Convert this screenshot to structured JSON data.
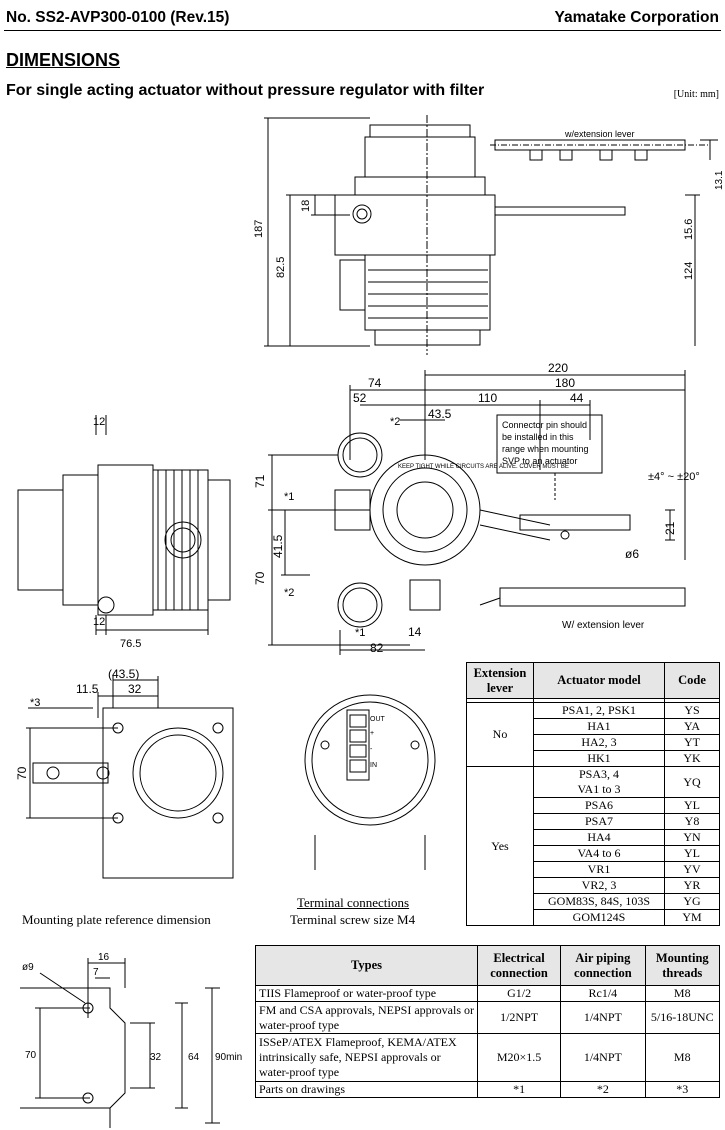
{
  "header": {
    "doc_number": "No. SS2-AVP300-0100 (Rev.15)",
    "company": "Yamatake Corporation"
  },
  "section_title": "DIMENSIONS",
  "subtitle": "For single acting actuator without pressure regulator with filter",
  "unit_label": "[Unit: mm]",
  "top_view": {
    "extension_label": "w/extension lever",
    "dims": [
      "187",
      "82.5",
      "18",
      "13.1",
      "15.6",
      "124"
    ]
  },
  "front_view": {
    "dims": [
      "220",
      "74",
      "180",
      "52",
      "110",
      "44",
      "43.5",
      "71",
      "41.5",
      "70",
      "21",
      "14",
      "82",
      "ø6",
      "±4° ~ ±20°"
    ],
    "markers": [
      "*2",
      "*1",
      "*2",
      "*1"
    ],
    "note": [
      "Connector pin should",
      "be installed in this",
      "range when mounting",
      "SVP to an actuator"
    ],
    "extension_label": "W/ extension lever",
    "cover_text": "KEEP TIGHT WHILE CIRCUITS ARE ALIVE. COVER MUST BE"
  },
  "side_view": {
    "dims": [
      "12",
      "12",
      "76.5"
    ]
  },
  "mounting_view": {
    "dims": [
      "(43.5)",
      "11.5",
      "32",
      "70"
    ],
    "marker": "*3",
    "caption": "Mounting plate reference dimension"
  },
  "terminal_view": {
    "caption_title": "Terminal connections",
    "caption_sub": "Terminal screw size M4",
    "labels": [
      "OUT",
      "+",
      "-",
      "IN"
    ]
  },
  "plate_view": {
    "dims": [
      "ø9",
      "16",
      "7",
      "70",
      "32",
      "64",
      "90min"
    ]
  },
  "actuator_table": {
    "headers": [
      "Extension lever",
      "Actuator model",
      "Code"
    ],
    "groups": [
      {
        "lever": "No",
        "rows": [
          [
            "PSA1, 2, PSK1",
            "YS"
          ],
          [
            "HA1",
            "YA"
          ],
          [
            "HA2, 3",
            "YT"
          ],
          [
            "HK1",
            "YK"
          ]
        ]
      },
      {
        "lever": "Yes",
        "rows": [
          [
            "PSA3, 4\nVA1 to 3",
            "YQ"
          ],
          [
            "PSA6",
            "YL"
          ],
          [
            "PSA7",
            "Y8"
          ],
          [
            "HA4",
            "YN"
          ],
          [
            "VA4 to 6",
            "YL"
          ],
          [
            "VR1",
            "YV"
          ],
          [
            "VR2, 3",
            "YR"
          ],
          [
            "GOM83S, 84S, 103S",
            "YG"
          ],
          [
            "GOM124S",
            "YM"
          ]
        ]
      }
    ]
  },
  "types_table": {
    "headers": [
      "Types",
      "Electrical connection",
      "Air piping connection",
      "Mounting threads"
    ],
    "rows": [
      [
        "TIIS Flameproof or water-proof type",
        "G1/2",
        "Rc1/4",
        "M8"
      ],
      [
        "FM and CSA approvals, NEPSI approvals or water-proof type",
        "1/2NPT",
        "1/4NPT",
        "5/16-18UNC"
      ],
      [
        "ISSeP/ATEX Flameproof, KEMA/ATEX intrinsically safe, NEPSI approvals or water-proof type",
        "M20×1.5",
        "1/4NPT",
        "M8"
      ],
      [
        "Parts on drawings",
        "*1",
        "*2",
        "*3"
      ]
    ]
  }
}
